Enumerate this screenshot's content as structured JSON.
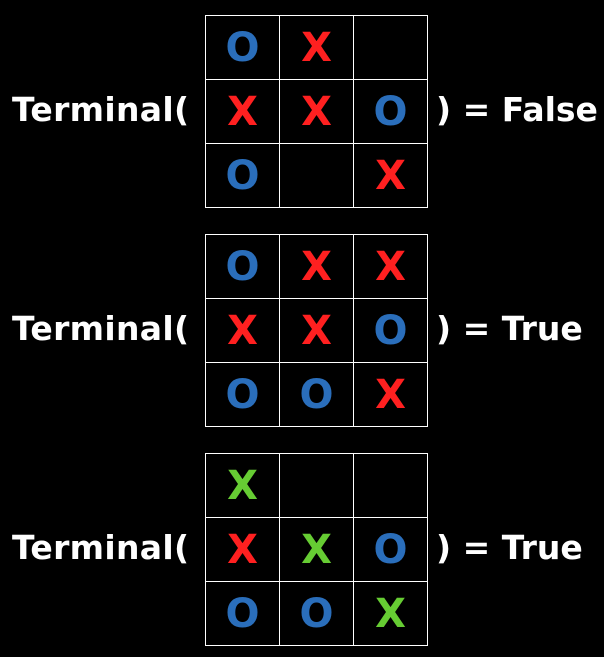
{
  "colors": {
    "background": "#000000",
    "text": "#ffffff",
    "grid": "#ffffff",
    "X": "#ff2020",
    "O": "#2a6ebb",
    "win": "#66cc33"
  },
  "examples": [
    {
      "label": "Terminal(",
      "result": ") = False",
      "cells": [
        [
          {
            "v": "O",
            "c": "O"
          },
          {
            "v": "X",
            "c": "X"
          },
          {
            "v": "",
            "c": ""
          }
        ],
        [
          {
            "v": "X",
            "c": "X"
          },
          {
            "v": "X",
            "c": "X"
          },
          {
            "v": "O",
            "c": "O"
          }
        ],
        [
          {
            "v": "O",
            "c": "O"
          },
          {
            "v": "",
            "c": ""
          },
          {
            "v": "X",
            "c": "X"
          }
        ]
      ]
    },
    {
      "label": "Terminal(",
      "result": ") = True",
      "cells": [
        [
          {
            "v": "O",
            "c": "O"
          },
          {
            "v": "X",
            "c": "X"
          },
          {
            "v": "X",
            "c": "X"
          }
        ],
        [
          {
            "v": "X",
            "c": "X"
          },
          {
            "v": "X",
            "c": "X"
          },
          {
            "v": "O",
            "c": "O"
          }
        ],
        [
          {
            "v": "O",
            "c": "O"
          },
          {
            "v": "O",
            "c": "O"
          },
          {
            "v": "X",
            "c": "X"
          }
        ]
      ]
    },
    {
      "label": "Terminal(",
      "result": ") = True",
      "cells": [
        [
          {
            "v": "X",
            "c": "win"
          },
          {
            "v": "",
            "c": ""
          },
          {
            "v": "",
            "c": ""
          }
        ],
        [
          {
            "v": "X",
            "c": "X"
          },
          {
            "v": "X",
            "c": "win"
          },
          {
            "v": "O",
            "c": "O"
          }
        ],
        [
          {
            "v": "O",
            "c": "O"
          },
          {
            "v": "O",
            "c": "O"
          },
          {
            "v": "X",
            "c": "win"
          }
        ]
      ]
    }
  ]
}
